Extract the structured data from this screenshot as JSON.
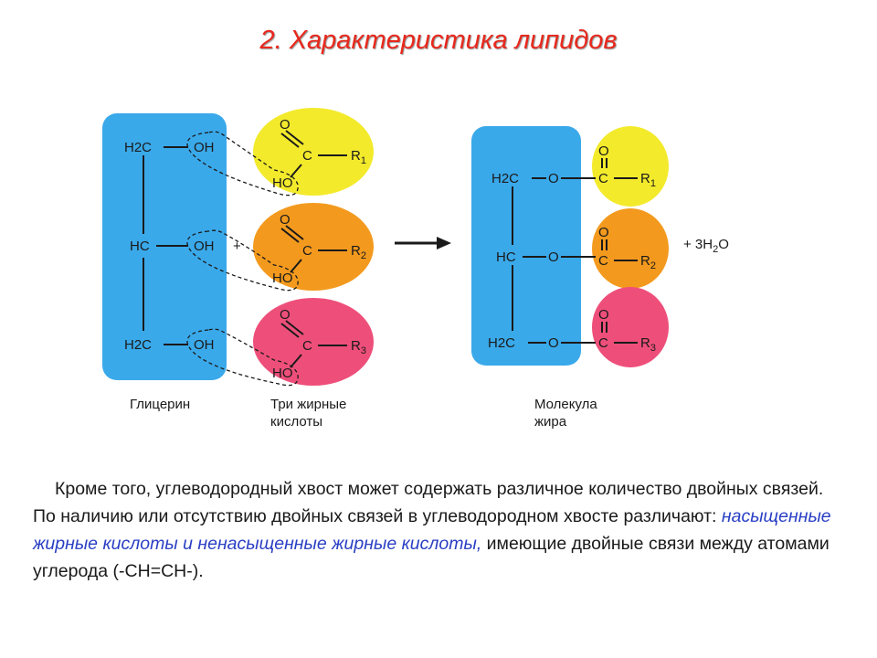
{
  "title": "2. Характеристика липидов",
  "diagram": {
    "glycerol_rows": [
      "H2C",
      "HC",
      "H2C"
    ],
    "hydroxyl": "OH",
    "plus_sign": "+",
    "acid_top_oxygen": "O",
    "acid_carbon": "C",
    "acid_hydroxyl": "HO",
    "fat_oxygen": "O",
    "radicals": [
      {
        "base": "R",
        "index": "1"
      },
      {
        "base": "R",
        "index": "2"
      },
      {
        "base": "R",
        "index": "3"
      }
    ],
    "water": {
      "prefix": "+ 3H",
      "sub": "2",
      "suffix": "O"
    },
    "captions": {
      "glycerol": "Глицерин",
      "acids_line1": "Три жирные",
      "acids_line2": "кислоты",
      "fat_line1": "Молекула",
      "fat_line2": "жира"
    },
    "colors": {
      "glycerol_block": "#3aa9ea",
      "acid1": "#f3ea2c",
      "acid2": "#f39a1e",
      "acid3": "#ee4f7a",
      "title": "#e8281c",
      "highlight": "#2a3fc4"
    }
  },
  "paragraph": {
    "part1": "Кроме того, углеводородный хвост может содержать различное количество двойных связей. По наличию или отсутствию двойных связей в углеводородном хвосте различают: ",
    "term_saturated": "насыщенные жирные кислоты",
    "conj": " и ",
    "term_unsaturated": "ненасыщенные жирные кислоты,",
    "part2": " имеющие двойные связи между атомами углерода (-CH=CH-)."
  }
}
